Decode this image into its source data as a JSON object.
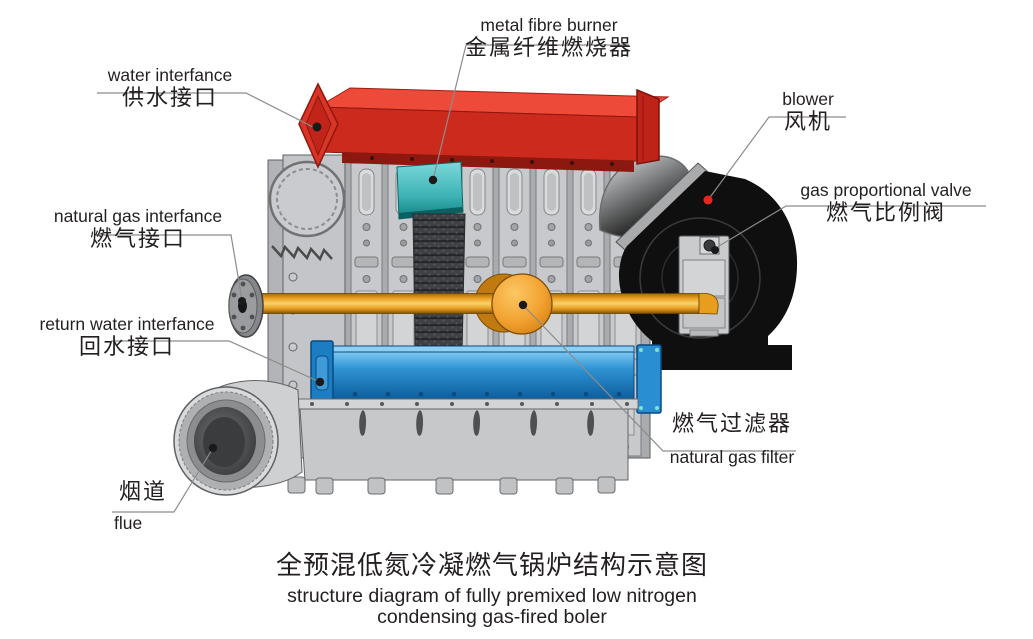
{
  "title": {
    "zh": "全预混低氮冷凝燃气锅炉结构示意图",
    "en_line1": "structure diagram of fully premixed low nitrogen",
    "en_line2": "condensing gas-fired boler"
  },
  "labels": [
    {
      "id": "metal-fibre-burner",
      "en": "metal fibre burner",
      "zh": "金属纤维燃烧器"
    },
    {
      "id": "water-interface",
      "en": "water interfance",
      "zh": "供水接口"
    },
    {
      "id": "blower",
      "en": "blower",
      "zh": "风机"
    },
    {
      "id": "gas-proportional-valve",
      "en": "gas proportional valve",
      "zh": "燃气比例阀"
    },
    {
      "id": "natural-gas-interface",
      "en": "natural gas interfance",
      "zh": "燃气接口"
    },
    {
      "id": "return-water-interface",
      "en": "return water interfance",
      "zh": "回水接口"
    },
    {
      "id": "natural-gas-filter",
      "en": "natural gas filter",
      "zh": "燃气过滤器"
    },
    {
      "id": "flue",
      "en": "flue",
      "zh": "烟道"
    }
  ],
  "colors": {
    "water_header_red": "#cd2a1e",
    "burner_teal": "#2fa9ab",
    "gas_pipe_yellow": "#eda125",
    "gas_filter_orange": "#ef9d28",
    "return_pipe_blue": "#1f83c8",
    "blower_black": "#0f0f10",
    "body_gray": "#c6c8ca",
    "leader_line_gray": "#8c8c8c",
    "anchor_dot_black": "#1a1a1a",
    "blower_anchor_dot_red": "#e8251c",
    "text_black": "#231f20",
    "background": "#ffffff"
  }
}
